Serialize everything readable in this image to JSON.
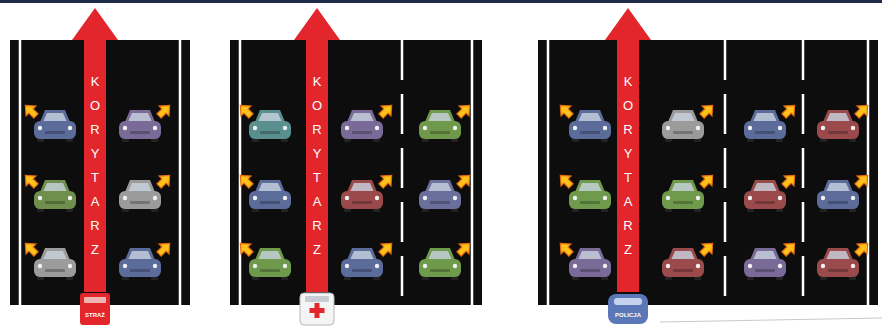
{
  "diagram": {
    "nodes": [
      {
        "text": [
          "KORYTARZ"
        ]
      },
      {
        "text": [
          "STRAŻ"
        ]
      },
      {
        "text": [
          "KORYTARZ"
        ]
      },
      {
        "text": [
          "KORYTARZ"
        ]
      },
      {
        "text": [
          "POLICJA"
        ]
      }
    ]
  }
}
